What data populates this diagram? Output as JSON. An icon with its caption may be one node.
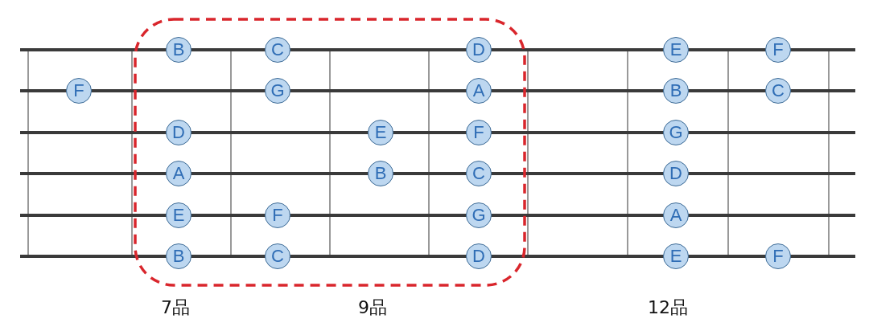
{
  "diagram": {
    "nodes": [
      {
        "text": [
          "B"
        ]
      },
      {
        "text": [
          "C"
        ]
      },
      {
        "text": [
          "D"
        ]
      },
      {
        "text": [
          "E"
        ]
      },
      {
        "text": [
          "F"
        ]
      },
      {
        "text": [
          "F"
        ]
      },
      {
        "text": [
          "G"
        ]
      },
      {
        "text": [
          "A"
        ]
      },
      {
        "text": [
          "B"
        ]
      },
      {
        "text": [
          "C"
        ]
      },
      {
        "text": [
          "D"
        ]
      },
      {
        "text": [
          "E"
        ]
      },
      {
        "text": [
          "F"
        ]
      },
      {
        "text": [
          "G"
        ]
      },
      {
        "text": [
          "A"
        ]
      },
      {
        "text": [
          "B"
        ]
      },
      {
        "text": [
          "C"
        ]
      },
      {
        "text": [
          "D"
        ]
      },
      {
        "text": [
          "E"
        ]
      },
      {
        "text": [
          "F"
        ]
      },
      {
        "text": [
          "G"
        ]
      },
      {
        "text": [
          "A"
        ]
      },
      {
        "text": [
          "B"
        ]
      },
      {
        "text": [
          "C"
        ]
      },
      {
        "text": [
          "D"
        ]
      },
      {
        "text": [
          "E"
        ]
      },
      {
        "text": [
          "F"
        ]
      }
    ],
    "labels": [
      "7品",
      "9品",
      "12品"
    ]
  }
}
